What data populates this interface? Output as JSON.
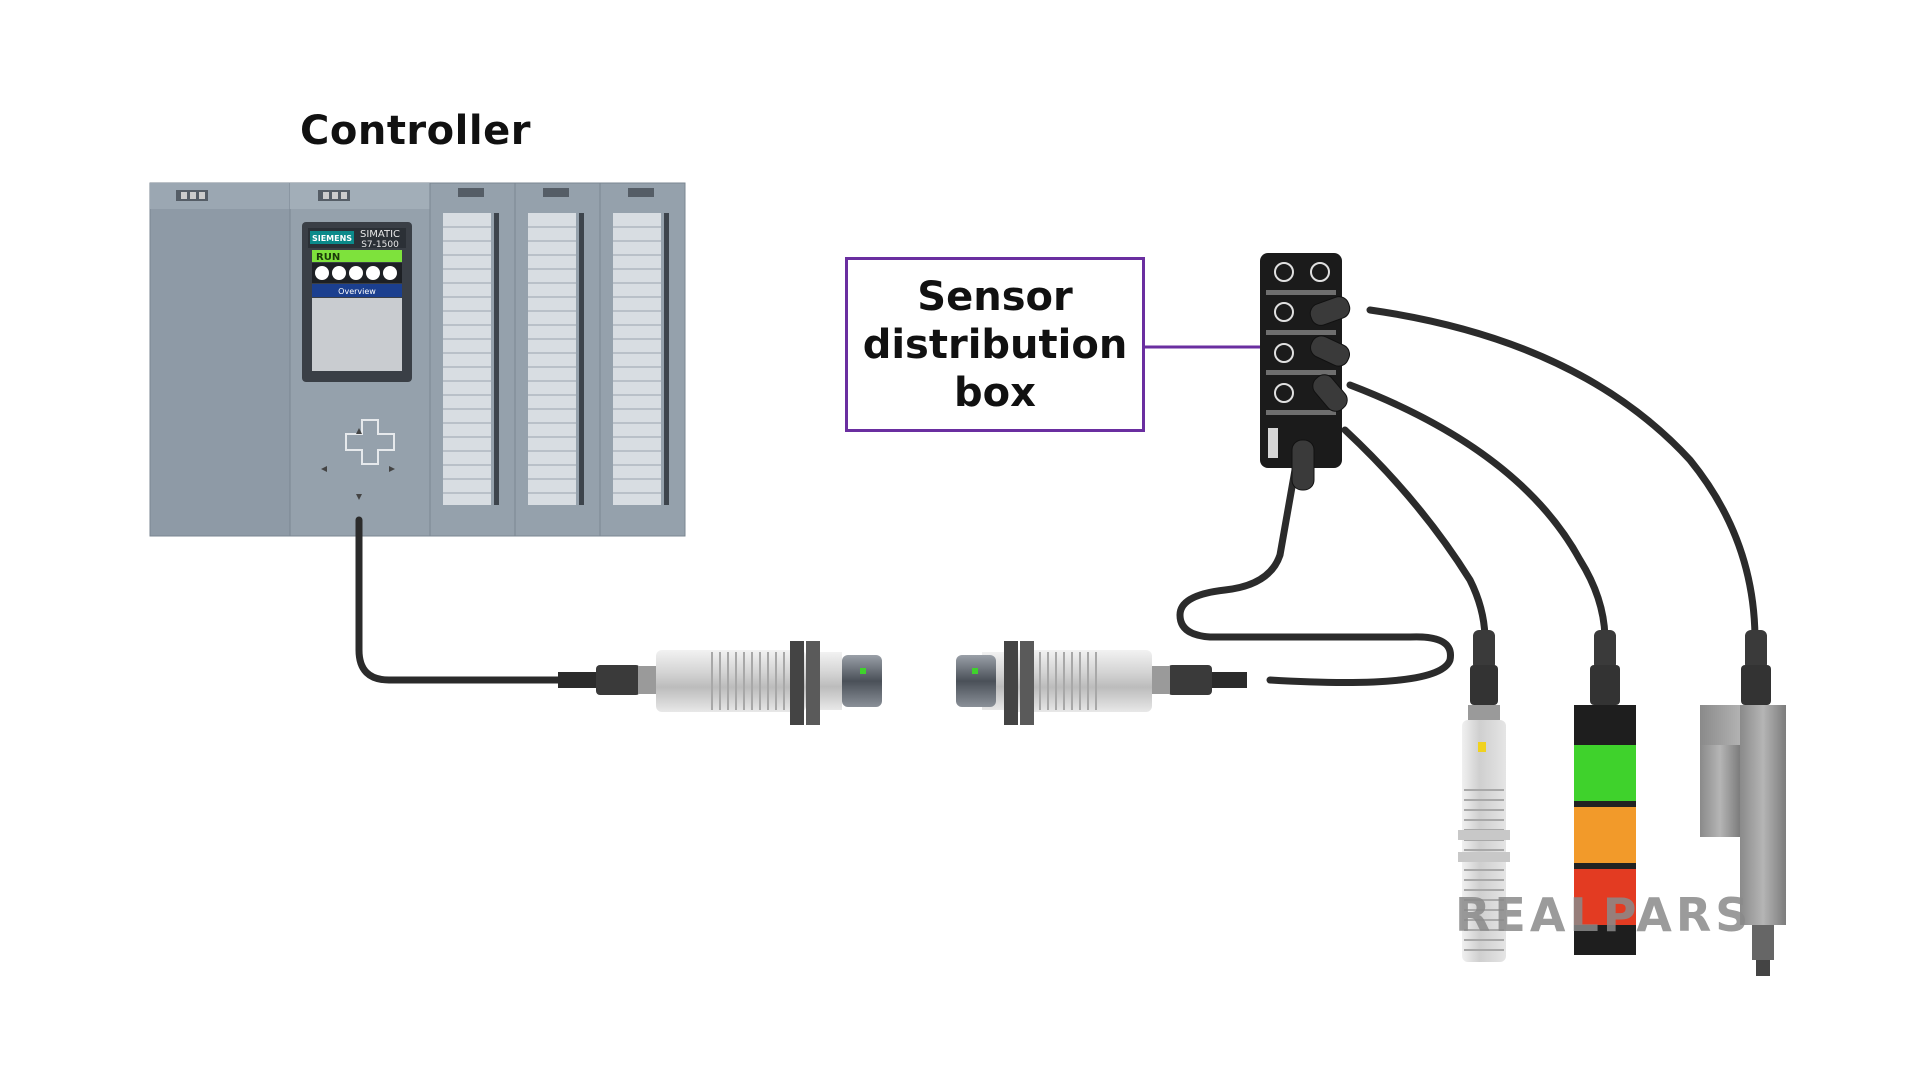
{
  "diagram": {
    "controller_title": "Controller",
    "box_label_lines": [
      "Sensor",
      "distribution",
      "box"
    ],
    "cpu_screen": {
      "brand": "SIEMENS",
      "model_line1": "SIMATIC",
      "model_line2": "S7-1500",
      "status": "RUN",
      "menu": "Overview"
    },
    "watermark": "REALPARS",
    "colors": {
      "plc_body": "#8e9aa6",
      "label_border": "#6a2ea0",
      "cable": "#2b2b2b",
      "beacon_green": "#3fd22c",
      "beacon_orange": "#f29a2a",
      "beacon_red": "#e33b22",
      "status_green": "#7ee23c"
    },
    "icons": [
      "plc-controller-icon",
      "sensor-distribution-box-icon",
      "inductive-sensor-icon",
      "signal-tower-icon",
      "linear-actuator-icon"
    ]
  }
}
